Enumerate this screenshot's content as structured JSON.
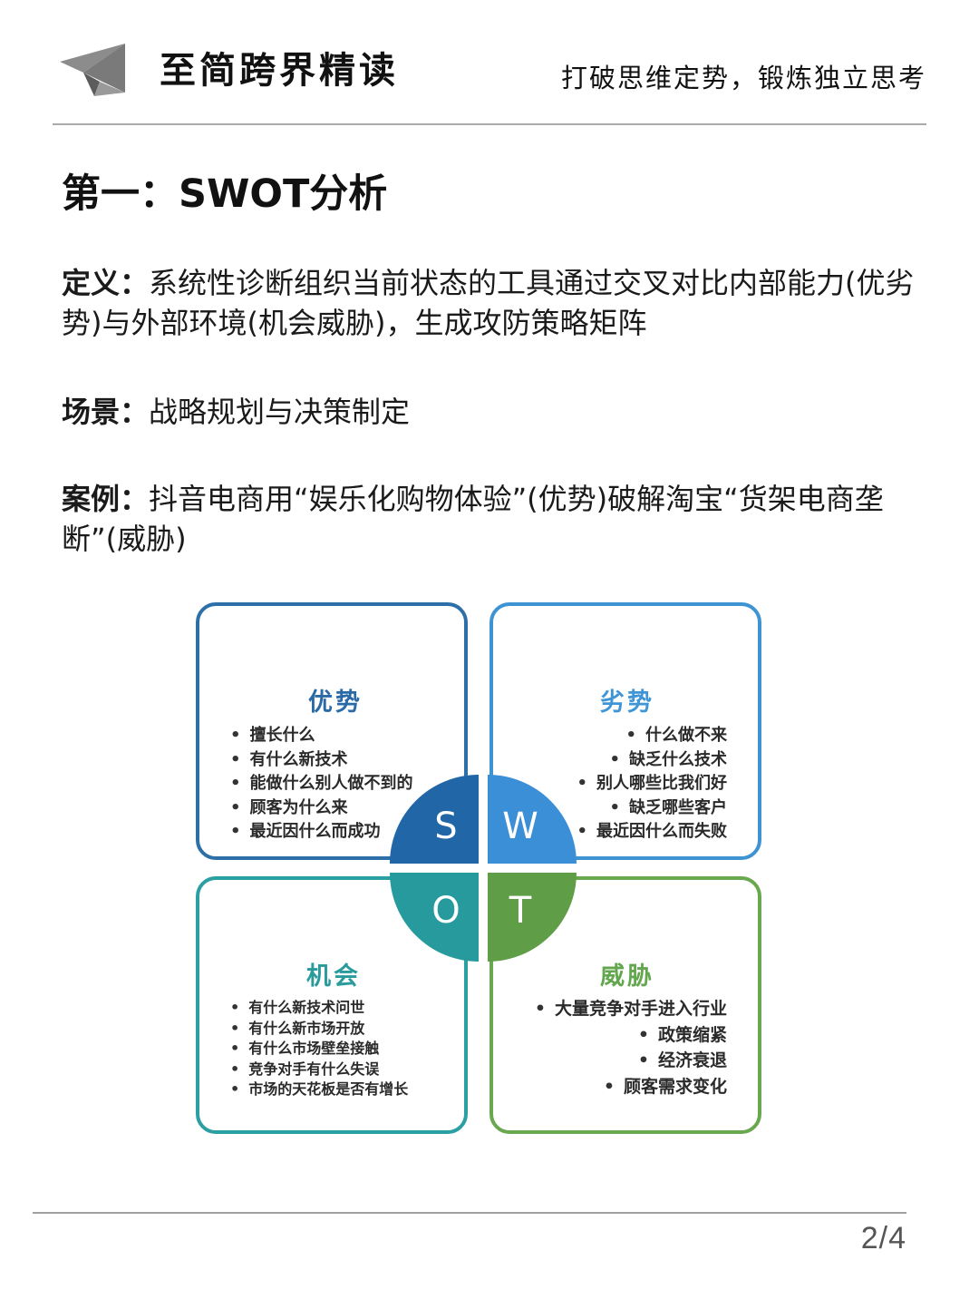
{
  "header": {
    "logo_icon": "paper-plane-icon",
    "brand": "至简跨界精读",
    "slogan": "打破思维定势，锻炼独立思考"
  },
  "article": {
    "title": "第一：SWOT分析",
    "definition": {
      "label": "定义：",
      "text": "系统性诊断组织当前状态的工具通过交叉对比内部能力(优劣势)与外部环境(机会威胁)，生成攻防策略矩阵"
    },
    "scenario": {
      "label": "场景：",
      "text": "战略规划与决策制定"
    },
    "case": {
      "label": "案例：",
      "text": "抖音电商用“娱乐化购物体验”(优势)破解淘宝“货架电商垄断”(威胁)"
    }
  },
  "swot": {
    "colors": {
      "S": "#2166a6",
      "W": "#3b8fd6",
      "O": "#269a9d",
      "T": "#5f9e47"
    },
    "letters": {
      "S": "S",
      "W": "W",
      "O": "O",
      "T": "T"
    },
    "strengths": {
      "title": "优势",
      "items": [
        "擅长什么",
        "有什么新技术",
        "能做什么别人做不到的",
        "顾客为什么来",
        "最近因什么而成功"
      ]
    },
    "weaknesses": {
      "title": "劣势",
      "items": [
        "什么做不来",
        "缺乏什么技术",
        "别人哪些比我们好",
        "缺乏哪些客户",
        "最近因什么而失败"
      ]
    },
    "opportunities": {
      "title": "机会",
      "items": [
        "有什么新技术问世",
        "有什么新市场开放",
        "有什么市场壁垒接触",
        "竞争对手有什么失误",
        "市场的天花板是否有增长"
      ]
    },
    "threats": {
      "title": "威胁",
      "items": [
        "大量竞争对手进入行业",
        "政策缩紧",
        "经济衰退",
        "顾客需求变化"
      ]
    }
  },
  "footer": {
    "page_indicator": "2/4"
  }
}
